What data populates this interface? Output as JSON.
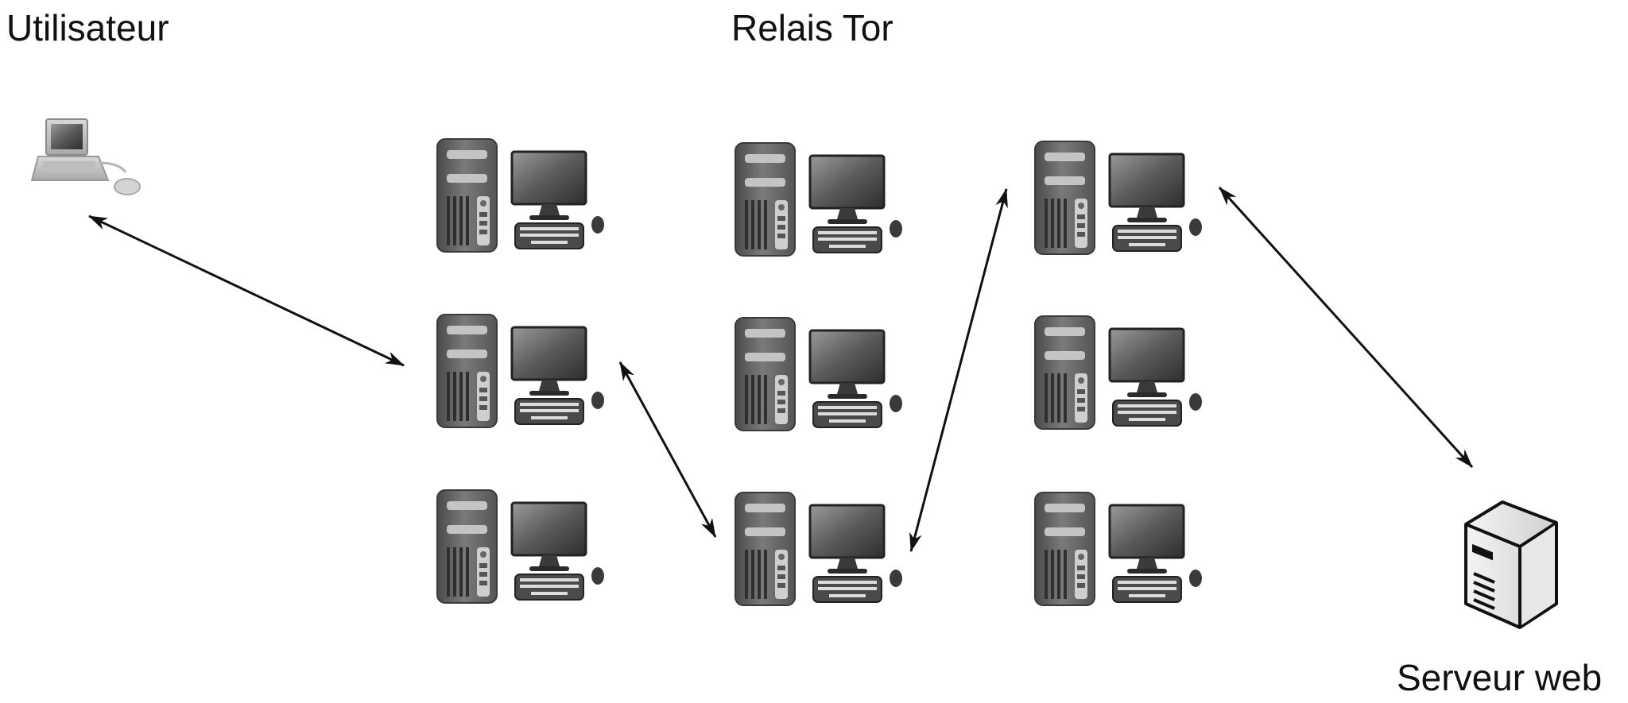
{
  "labels": {
    "user": "Utilisateur",
    "relays": "Relais Tor",
    "server": "Serveur web"
  },
  "nodes": {
    "user": {
      "icon": "laptop-icon"
    },
    "relay": {
      "icon": "desktop-computer-icon",
      "columns": 3,
      "rows": 3
    },
    "server": {
      "icon": "server-tower-icon"
    }
  },
  "circuit": [
    {
      "from": "user",
      "to": "relay-1-2"
    },
    {
      "from": "relay-1-2",
      "to": "relay-2-3"
    },
    {
      "from": "relay-2-3",
      "to": "relay-3-1"
    },
    {
      "from": "relay-3-1",
      "to": "server"
    }
  ],
  "colors": {
    "arrow": "#111111",
    "tower": "#6b6b6b",
    "monitor": "#3c3c3c",
    "background": "#ffffff"
  }
}
